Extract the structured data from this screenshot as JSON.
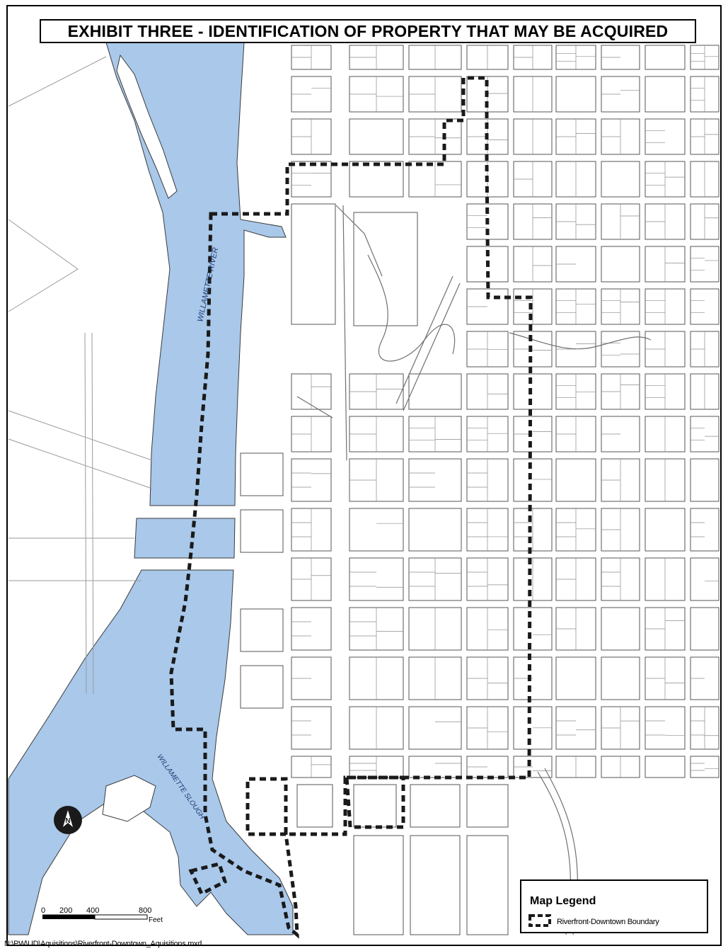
{
  "title": "EXHIBIT THREE - IDENTIFICATION OF PROPERTY THAT MAY BE ACQUIRED",
  "labels": {
    "river": "WILLAMETTE RIVER",
    "slough": "WILLAMETTE SLOUGH"
  },
  "legend": {
    "title": "Map Legend",
    "items": [
      {
        "label": "Riverfront-Downtown Boundary",
        "symbol": "dashed-boundary"
      }
    ]
  },
  "scale_bar": {
    "ticks": [
      "0",
      "200",
      "400",
      "800"
    ],
    "unit": "Feet"
  },
  "north_arrow": {
    "letter": "N",
    "icon": "north-arrow-icon"
  },
  "file_path": "N:\\PW\\UD\\Aquisitions\\Riverfront-Downtown_Aquisitions.mxd",
  "colors": {
    "water": "#a9c8ea",
    "boundary": "#1a1a1a",
    "streets": "#8c8c8c",
    "parcels": "#555555"
  }
}
